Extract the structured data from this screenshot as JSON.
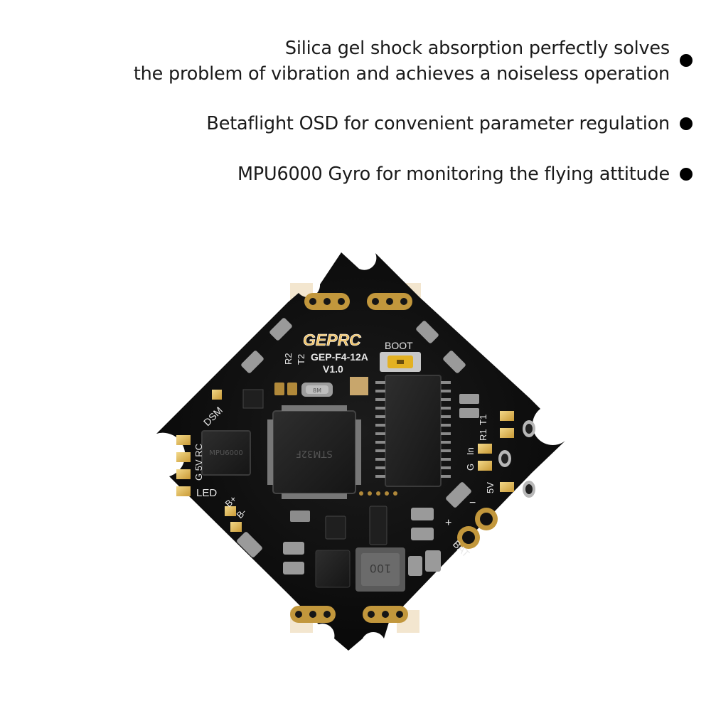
{
  "features": [
    {
      "lines": [
        "Silica gel shock absorption perfectly solves",
        "the problem of vibration  and achieves a noiseless operation"
      ]
    },
    {
      "lines": [
        "Betaflight OSD for convenient parameter regulation"
      ]
    },
    {
      "lines": [
        "MPU6000 Gyro for monitoring the flying attitude"
      ]
    }
  ],
  "board": {
    "brand": "GEPRC",
    "model": "GEP-F4-12A",
    "version": "V1.0",
    "boot_label": "BOOT",
    "pad_labels": {
      "r2": "R2",
      "t2": "T2",
      "dsm": "DSM",
      "g5vrc": "G 5V RC",
      "led": "LED",
      "bplus": "B+",
      "bminus": "B-",
      "t1": "T1",
      "r1": "R1",
      "g": "G",
      "in": "In",
      "five_v": "5V",
      "bat": "BAT",
      "plus": "+",
      "minus": "−"
    },
    "chip_labels": {
      "mcu": "STM32F",
      "gyro": "MPU6000",
      "crystal": "8M",
      "inductor": "100"
    }
  }
}
